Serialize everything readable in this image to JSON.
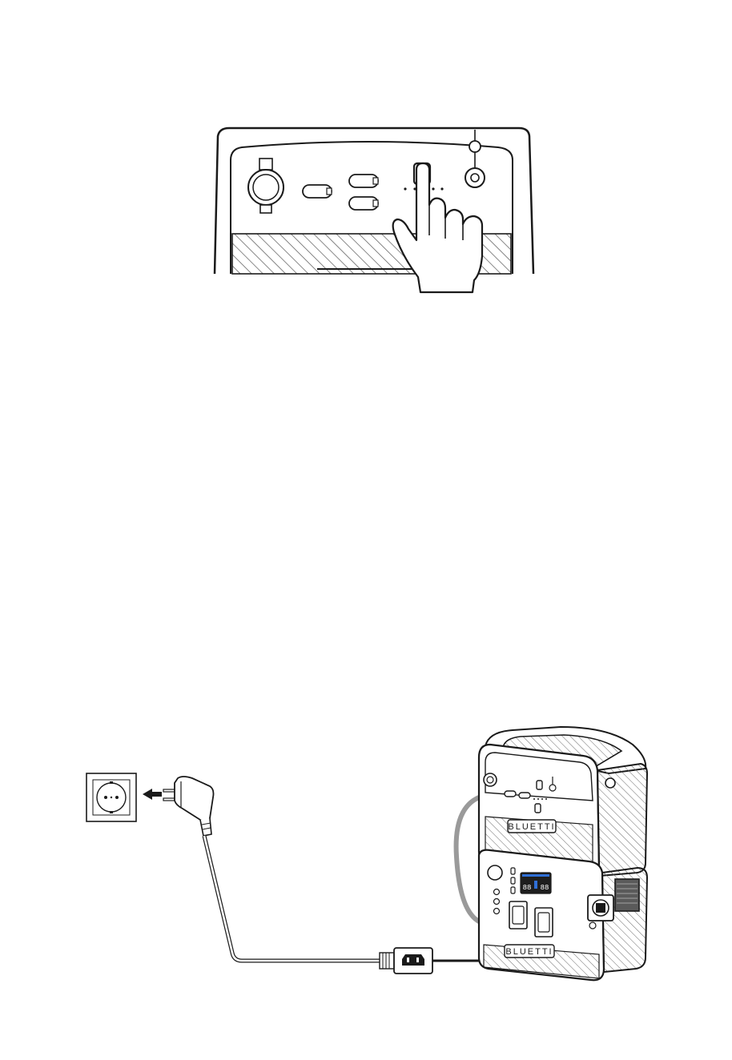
{
  "top_figure": {
    "step": "press-expansion-battery-power-button"
  },
  "bottom_figure": {
    "step": "connect-ac-cable-to-wall-outlet",
    "brand_upper": "BLUETTI",
    "brand_lower": "BLUETTI",
    "screen_left_value": "88",
    "screen_right_value": "88"
  },
  "colors": {
    "line": "#1a1a1a",
    "hatch": "#7a7a7a",
    "screen": "#1e1e1e",
    "screen_blue": "#2f6fd6",
    "link_cable": "#9a9a9a"
  }
}
